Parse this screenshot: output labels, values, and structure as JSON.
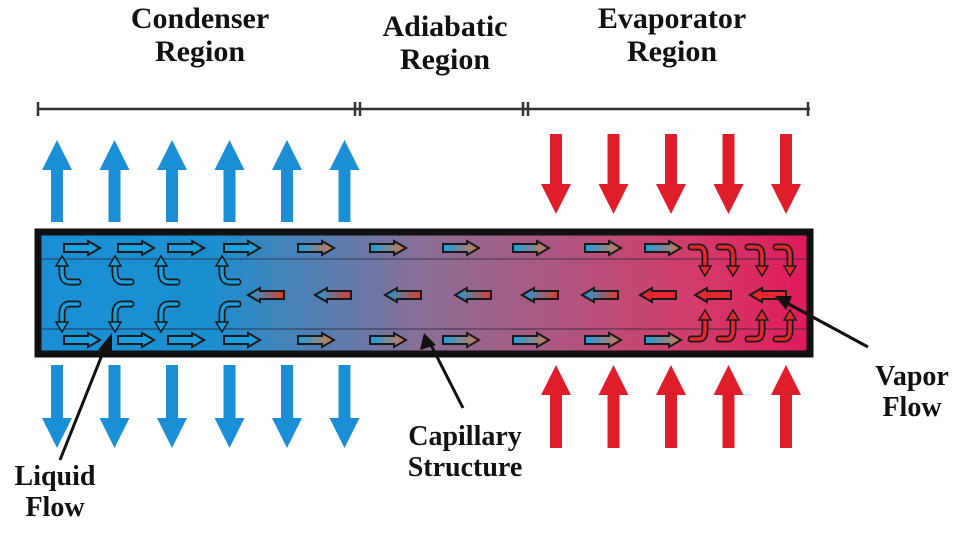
{
  "regions": [
    {
      "line1": "Condenser",
      "line2": "Region"
    },
    {
      "line1": "Adiabatic",
      "line2": "Region"
    },
    {
      "line1": "Evaporator",
      "line2": "Region"
    }
  ],
  "labels": {
    "liquid_flow": {
      "line1": "Liquid",
      "line2": "Flow"
    },
    "capillary": {
      "line1": "Capillary",
      "line2": "Structure"
    },
    "vapor_flow": {
      "line1": "Vapor",
      "line2": "Flow"
    }
  },
  "colors": {
    "cold": "#1a8fd6",
    "hot": "#e01e2b",
    "pipe_cold": "#1a8fd6",
    "pipe_mid": "#8a6e96",
    "pipe_hot": "#e0195a",
    "border": "#111111"
  },
  "heat_arrows": {
    "condenser_count": 6,
    "evaporator_count": 5
  }
}
